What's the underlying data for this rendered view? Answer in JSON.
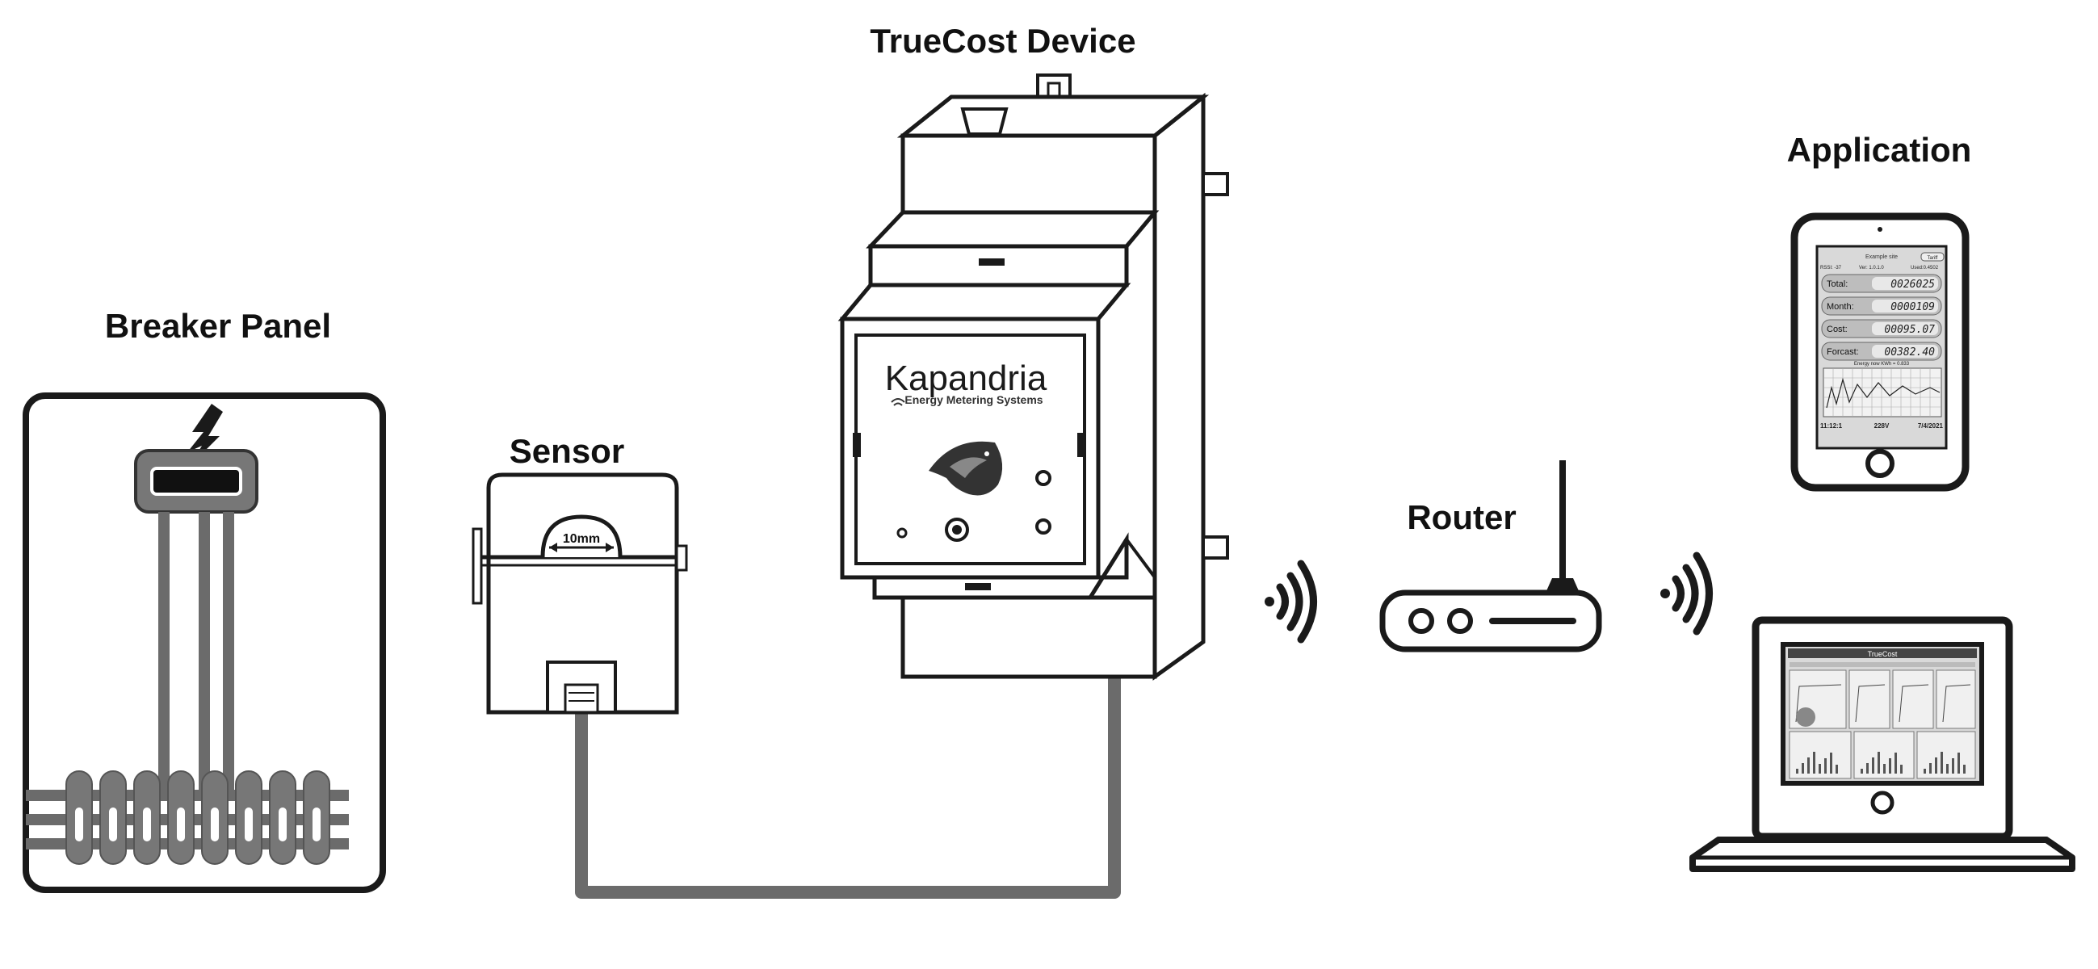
{
  "labels": {
    "breaker_panel": "Breaker Panel",
    "sensor": "Sensor",
    "truecost_device": "TrueCost Device",
    "router": "Router",
    "application": "Application"
  },
  "sensor": {
    "size_label": "10mm"
  },
  "device": {
    "brand": "Kapandria",
    "tagline": "Energy Metering Systems"
  },
  "phone_app": {
    "site_name": "Example site",
    "tariff_button": "Tariff",
    "rssi": "RSSI: -37",
    "version": "Ver: 1.0.1.0",
    "used": "Used:0.4502",
    "rows": [
      {
        "label": "Total:",
        "value": "0026025"
      },
      {
        "label": "Month:",
        "value": "0000109"
      },
      {
        "label": "Cost:",
        "value": "00095.07"
      },
      {
        "label": "Forcast:",
        "value": "00382.40"
      }
    ],
    "chart_title": "Energy now KWh = 0.833",
    "footer_time": "11:12:1",
    "footer_voltage": "228V",
    "footer_date": "7/4/2021"
  },
  "laptop_app": {
    "title": "TrueCost"
  },
  "colors": {
    "outline": "#1a1a1a",
    "cable": "#6b6b6b",
    "breaker_fill": "#777777",
    "screen_bg": "#d9d9d9"
  }
}
